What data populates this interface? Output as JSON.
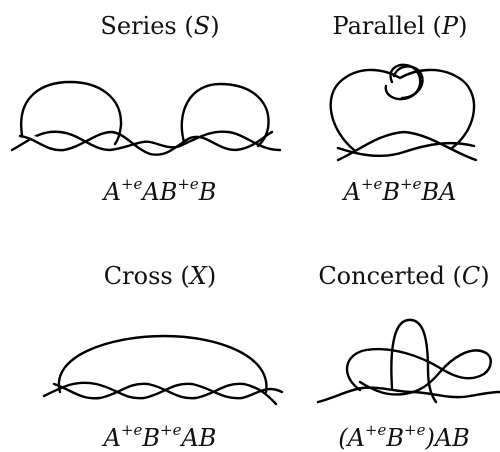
{
  "panels": [
    {
      "title_word": "Series",
      "title_symbol": "S",
      "formula": {
        "a": "A",
        "a_exp": "+e",
        "mid": "AB",
        "b_exp": "+e",
        "end": "B"
      }
    },
    {
      "title_word": "Parallel",
      "title_symbol": "P",
      "formula": {
        "a": "A",
        "a_exp": "+e",
        "mid": "B",
        "b_exp": "+e",
        "end": "BA"
      }
    },
    {
      "title_word": "Cross",
      "title_symbol": "X",
      "formula": {
        "a": "A",
        "a_exp": "+e",
        "mid": "B",
        "b_exp": "+e",
        "end": "AB"
      }
    },
    {
      "title_word": "Concerted",
      "title_symbol": "C",
      "formula": {
        "a": "(A",
        "a_exp": "+e",
        "mid": "B",
        "b_exp": "+e",
        "end": ")AB"
      }
    }
  ]
}
